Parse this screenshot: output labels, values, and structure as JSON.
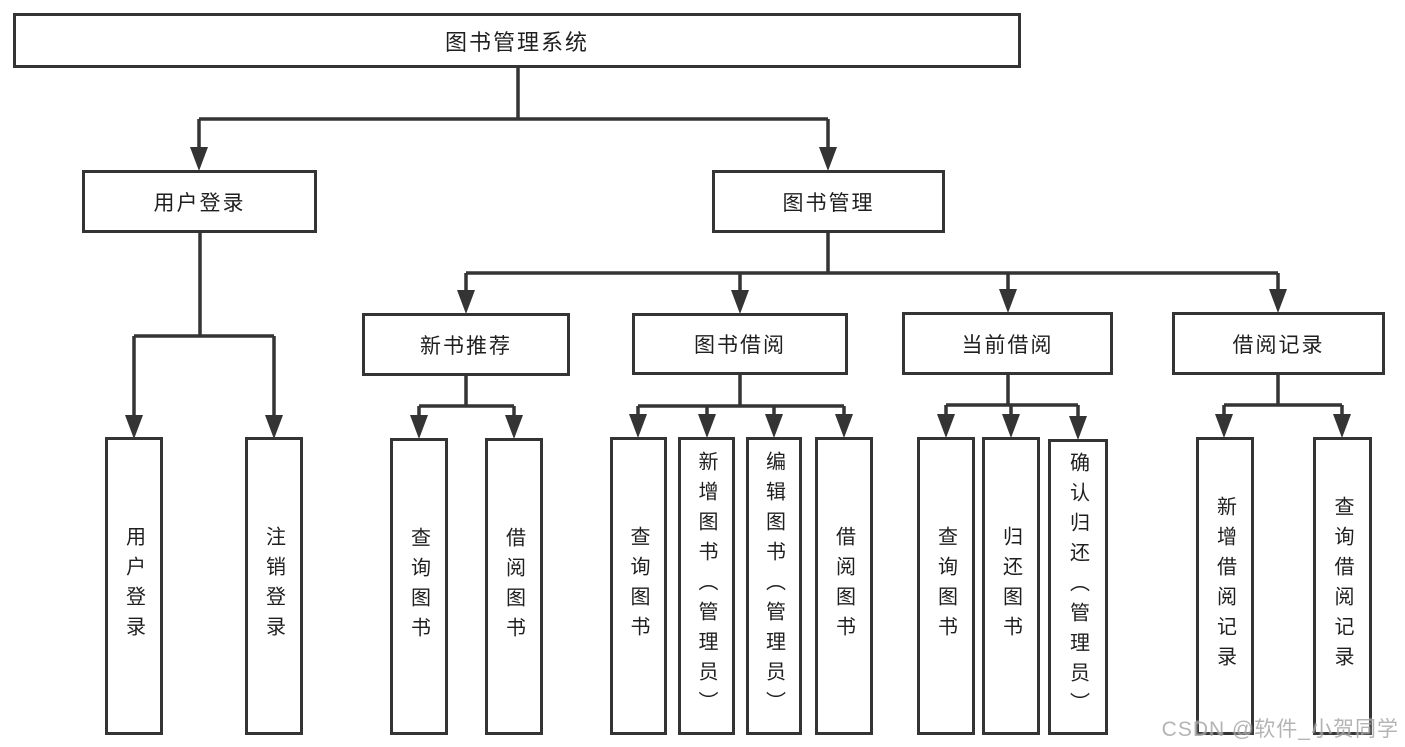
{
  "title": "图书管理系统",
  "level2": {
    "user_login": "用户登录",
    "book_mgmt": "图书管理"
  },
  "level3": {
    "new_books": "新书推荐",
    "book_borrow": "图书借阅",
    "current_borrow": "当前借阅",
    "borrow_records": "借阅记录"
  },
  "leaves": {
    "user_login": [
      "用户登录",
      "注销登录"
    ],
    "new_books": [
      "查询图书",
      "借阅图书"
    ],
    "book_borrow": [
      "查询图书",
      "新增图书（管理员）",
      "编辑图书（管理员）",
      "借阅图书"
    ],
    "current_borrow": [
      "查询图书",
      "归还图书",
      "确认归还（管理员）"
    ],
    "borrow_records": [
      "新增借阅记录",
      "查询借阅记录"
    ]
  },
  "watermark": "CSDN @软件_小贺同学",
  "colors": {
    "line": "#343434",
    "text": "#1f1f1f",
    "watermark": "#a8a8a8"
  }
}
